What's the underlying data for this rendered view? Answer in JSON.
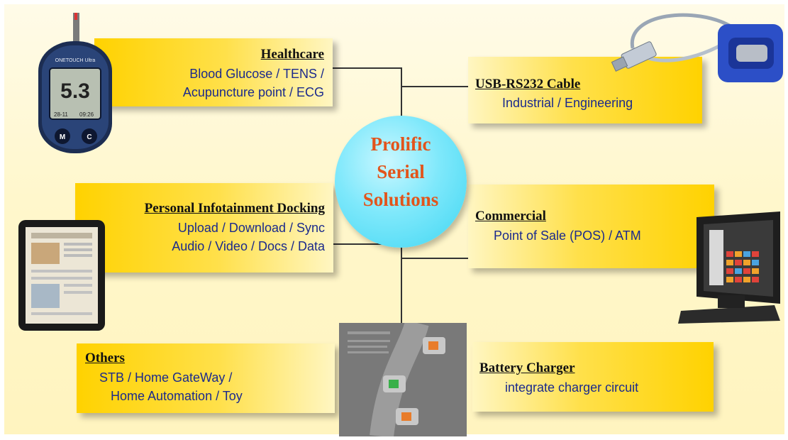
{
  "hub": {
    "lines": [
      "Prolific",
      "Serial",
      "Solutions"
    ]
  },
  "boxes": {
    "healthcare": {
      "title": "Healthcare",
      "lines": [
        "Blood Glucose / TENS /",
        "Acupuncture point / ECG"
      ]
    },
    "usb_cable": {
      "title": "USB-RS232 Cable",
      "lines": [
        "Industrial / Engineering"
      ]
    },
    "infotainment": {
      "title": "Personal Infotainment Docking",
      "lines": [
        "Upload / Download / Sync",
        "Audio / Video / Docs / Data"
      ]
    },
    "commercial": {
      "title": "Commercial",
      "lines": [
        "Point of Sale (POS) / ATM"
      ]
    },
    "others": {
      "title": "Others",
      "lines": [
        "STB / Home GateWay /",
        "Home Automation / Toy"
      ]
    },
    "battery": {
      "title": "Battery Charger",
      "lines": [
        "integrate charger circuit"
      ]
    }
  },
  "glucose_meter": {
    "reading": "5.3",
    "brand": "ONETOUCH Ultra",
    "date": "28-11",
    "time": "09:26",
    "buttons": [
      "M",
      "C"
    ]
  },
  "colors": {
    "box": "#ffd200",
    "hub": "#3fd6f2",
    "hub_text": "#e2541b",
    "body_text": "#1b2a8c"
  }
}
